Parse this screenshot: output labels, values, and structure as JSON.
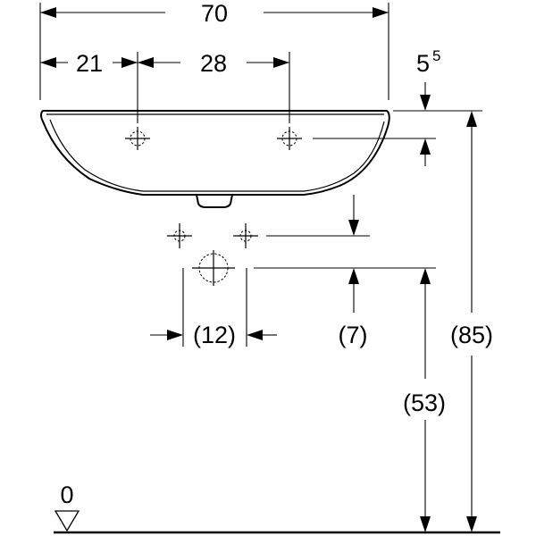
{
  "dimensions": {
    "overall_width": "70",
    "left_offset": "21",
    "tap_hole_spacing": "28",
    "rim_offset_main": "5",
    "rim_offset_sup": "5",
    "outlet_spacing": "(12)",
    "outlet_height_offset": "(7)",
    "outlet_height": "(53)",
    "rim_height": "(85)",
    "floor_level": "0"
  }
}
